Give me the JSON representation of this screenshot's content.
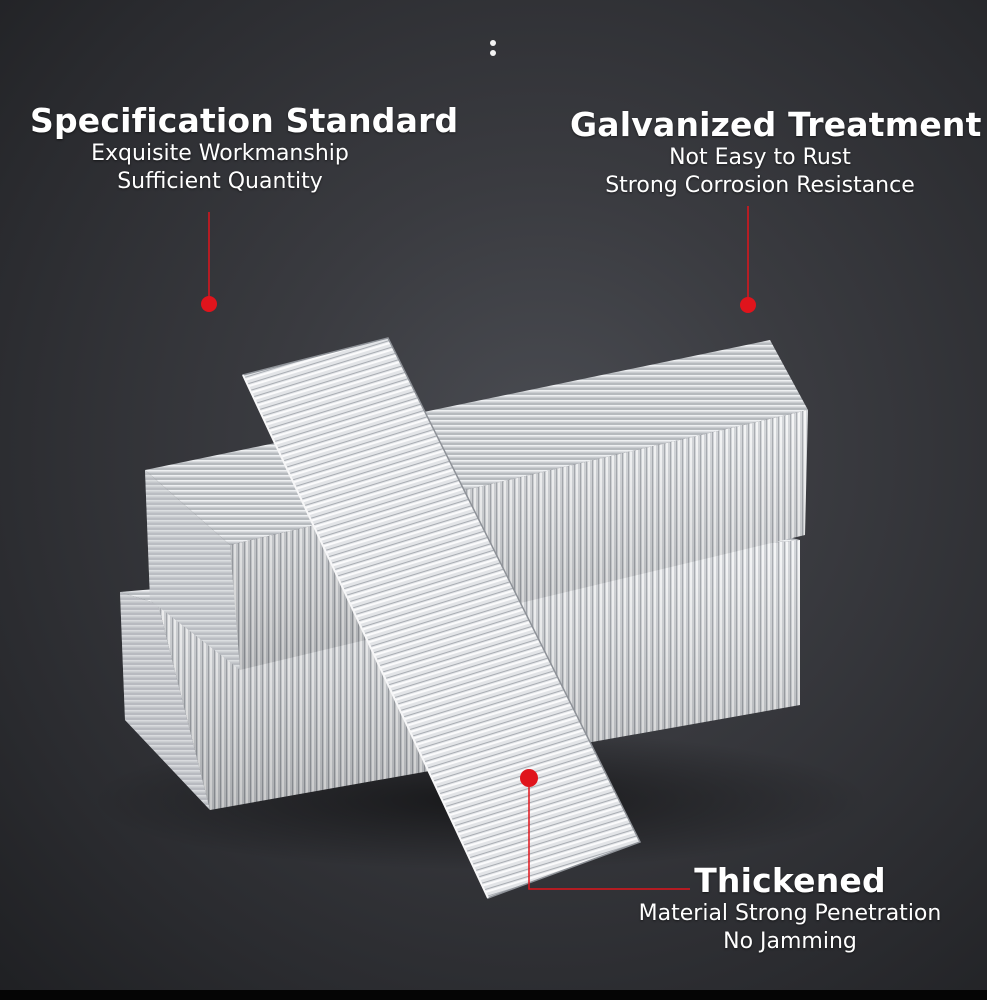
{
  "menu": {
    "icon": "vertical-dots-icon"
  },
  "callouts": {
    "specification": {
      "title": "Specification Standard",
      "line1": "Exquisite Workmanship",
      "line2": "Sufficient Quantity"
    },
    "galvanized": {
      "title": "Galvanized Treatment",
      "line1": "Not Easy to Rust",
      "line2": "Strong Corrosion Resistance"
    },
    "thickened": {
      "title": "Thickened",
      "line1": "Material Strong Penetration",
      "line2": "No Jamming"
    }
  },
  "colors": {
    "background": "#2e2f33",
    "accent_red": "#e0141c",
    "metal": "#d9dbde",
    "text": "#ffffff"
  }
}
